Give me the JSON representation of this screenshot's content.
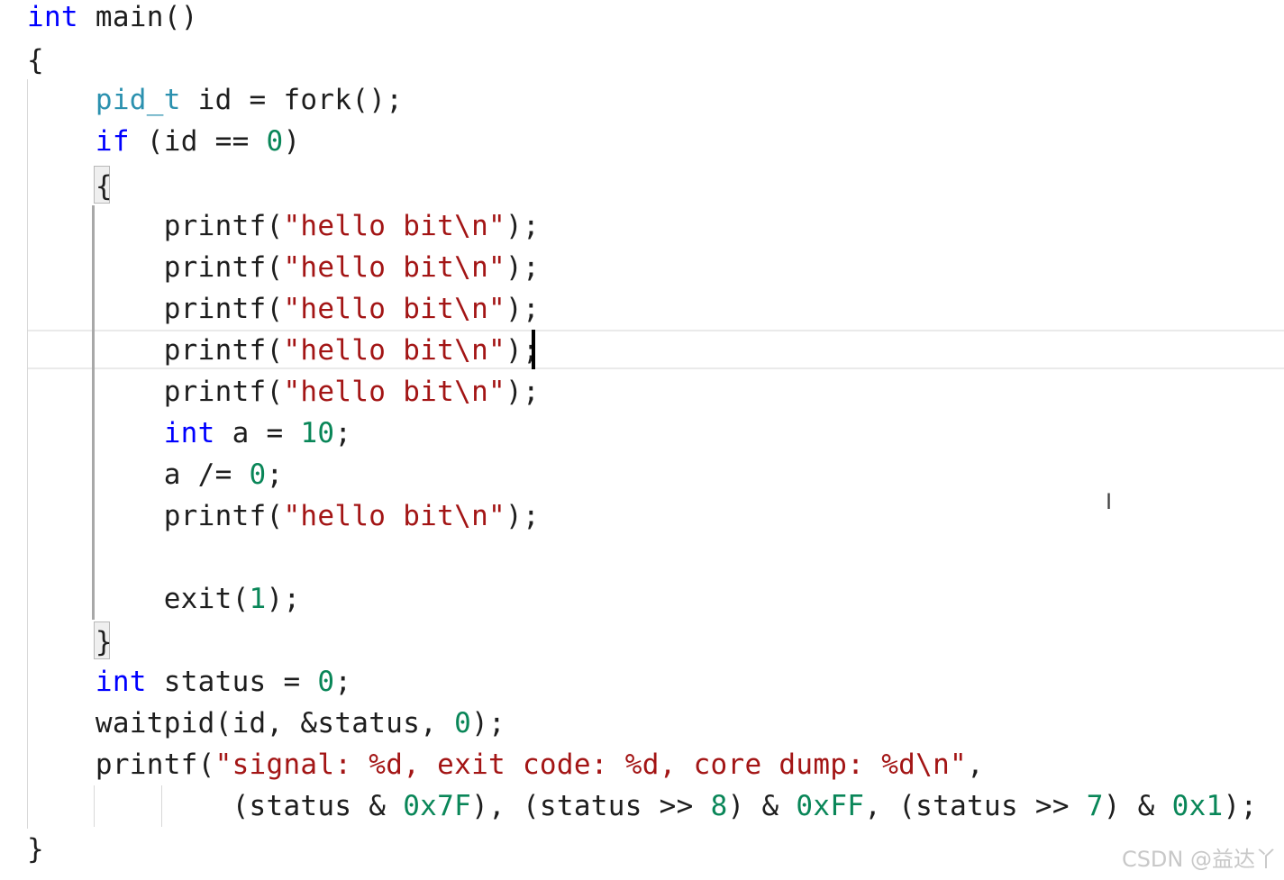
{
  "code": {
    "lines": [
      "int main()",
      "{",
      "    pid_t id = fork();",
      "    if (id == 0)",
      "    {",
      "        printf(\"hello bit\\n\");",
      "        printf(\"hello bit\\n\");",
      "        printf(\"hello bit\\n\");",
      "        printf(\"hello bit\\n\");",
      "        printf(\"hello bit\\n\");",
      "        int a = 10;",
      "        a /= 0;",
      "        printf(\"hello bit\\n\");",
      "",
      "        exit(1);",
      "    }",
      "    int status = 0;",
      "    waitpid(id, &status, 0);",
      "    printf(\"signal: %d, exit code: %d, core dump: %d\\n\",",
      "            (status & 0x7F), (status >> 8) & 0xFF, (status >> 7) & 0x1);",
      "}"
    ]
  },
  "watermark": "CSDN @益达丫",
  "mouse_cursor_icon": "text-ibeam-icon",
  "colors": {
    "keyword": "#0000ff",
    "type": "#2b91af",
    "string": "#a31515",
    "number": "#098658"
  }
}
